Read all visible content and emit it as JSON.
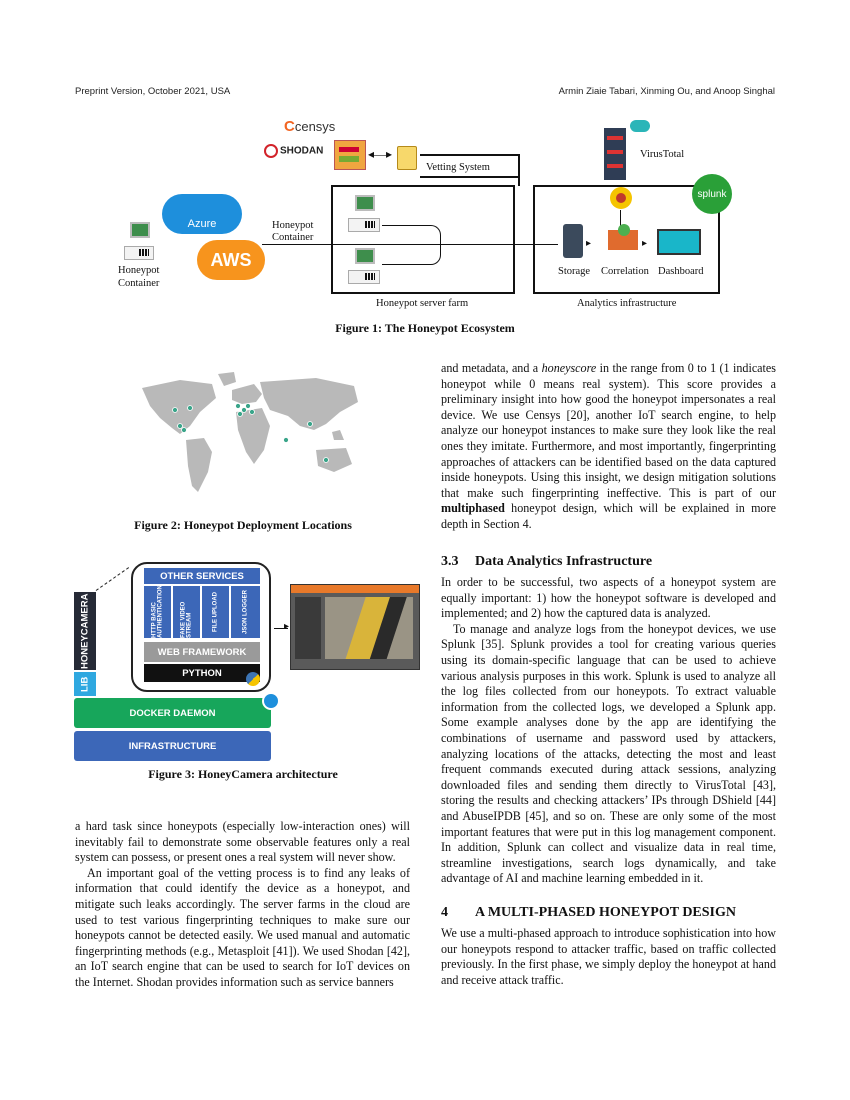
{
  "header": {
    "left": "Preprint Version, October 2021, USA",
    "right": "Armin Ziaie Tabari, Xinming Ou, and Anoop Singhal"
  },
  "figure1": {
    "caption": "Figure 1: The Honeypot Ecosystem",
    "logos": {
      "censys": "censys",
      "shodan": "SHODAN",
      "azure": "Azure",
      "aws": "AWS",
      "splunk": "splunk"
    },
    "labels": {
      "vetting": "Vetting System",
      "virustotal": "VirusTotal",
      "honeypot_container_mid_1": "Honeypot",
      "honeypot_container_mid_2": "Container",
      "honeypot_container_left_1": "Honeypot",
      "honeypot_container_left_2": "Container",
      "storage": "Storage",
      "correlation": "Correlation",
      "dashboard": "Dashboard",
      "server_farm": "Honeypot server farm",
      "analytics": "Analytics infrastructure"
    },
    "colors": {
      "azure": "#1e8fdc",
      "aws": "#f7941d",
      "splunk": "#2aa038",
      "censys": "#f26522",
      "shodan": "#d2232a"
    }
  },
  "figure2": {
    "caption": "Figure 2: Honeypot Deployment Locations"
  },
  "figure3": {
    "caption": "Figure 3: HoneyCamera architecture",
    "blocks": {
      "other_services": "OTHER SERVICES",
      "svc1": "HTTP BASIC AUTHENTICATION",
      "svc2": "FAKE VIDEO STREAM",
      "svc3": "FILE UPLOAD",
      "svc4": "JSON LOGGER",
      "web_framework": "WEB FRAMEWORK",
      "python": "PYTHON",
      "docker": "DOCKER DAEMON",
      "infrastructure": "INFRASTRUCTURE",
      "honeycamera": "HONEYCAMERA",
      "lib": "LIB"
    }
  },
  "left_text": {
    "p1": "a hard task since honeypots (especially low-interaction ones) will inevitably fail to demonstrate some observable features only a real system can possess, or present ones a real system will never show.",
    "p2": "An important goal of the vetting process is to find any leaks of information that could identify the device as a honeypot, and mitigate such leaks accordingly. The server farms in the cloud are used to test various fingerprinting techniques to make sure our honeypots cannot be detected easily. We used manual and automatic fingerprinting methods (e.g., Metasploit [41]). We used Shodan [42], an IoT search engine that can be used to search for IoT devices on the Internet. Shodan provides information such as service banners"
  },
  "right_text": {
    "p1_a": "and metadata, and a ",
    "p1_em": "honeyscore",
    "p1_b": " in the range from 0 to 1 (1 indicates honeypot while 0 means real system). This score provides a preliminary insight into how good the honeypot impersonates a real device. We use Censys [20], another IoT search engine, to help analyze our honeypot instances to make sure they look like the real ones they imitate. Furthermore, and most importantly, fingerprinting approaches of attackers can be identified based on the data captured inside honeypots. Using this insight, we design mitigation solutions that make such fingerprinting ineffective. This is part of our ",
    "p1_strong": "multiphased",
    "p1_c": " honeypot design, which will be explained in more depth in Section 4.",
    "sec33_num": "3.3",
    "sec33_title": "Data Analytics Infrastructure",
    "p2": "In order to be successful, two aspects of a honeypot system are equally important: 1) how the honeypot software is developed and implemented; and 2) how the captured data is analyzed.",
    "p3": "To manage and analyze logs from the honeypot devices, we use Splunk [35]. Splunk provides a tool for creating various queries using its domain-specific language that can be used to achieve various analysis purposes in this work. Splunk is used to analyze all the log files collected from our honeypots. To extract valuable information from the collected logs, we developed a Splunk app. Some example analyses done by the app are identifying the combinations of username and password used by attackers, analyzing locations of the attacks, detecting the most and least frequent commands executed during attack sessions, analyzing downloaded files and sending them directly to VirusTotal [43], storing the results and checking attackers’ IPs through DShield [44] and AbuseIPDB [45], and so on. These are only some of the most important features that were put in this log management component. In addition, Splunk can collect and visualize data in real time, streamline investigations, search logs dynamically, and take advantage of AI and machine learning embedded in it.",
    "sec4_num": "4",
    "sec4_title": "A MULTI-PHASED HONEYPOT DESIGN",
    "p4": "We use a multi-phased approach to introduce sophistication into how our honeypots respond to attacker traffic, based on traffic collected previously. In the first phase, we simply deploy the honeypot at hand and receive attack traffic."
  }
}
